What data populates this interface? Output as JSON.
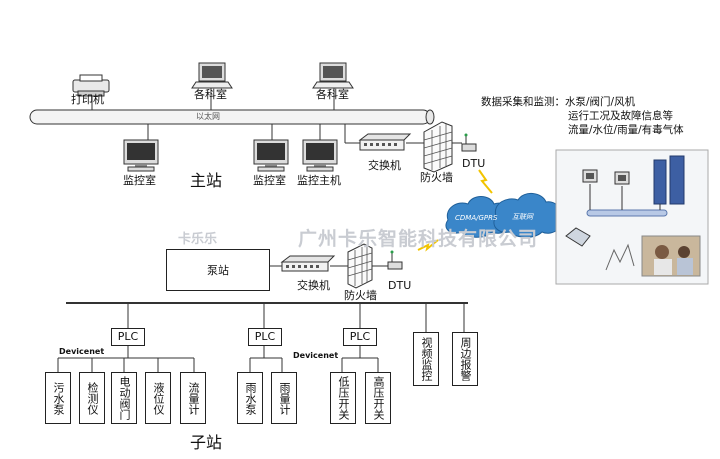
{
  "main_station": {
    "title": "主站",
    "bus_label": "以太网",
    "printer": "打印机",
    "dept_room_1": "各科室",
    "dept_room_2": "各科室",
    "monitor_room_1": "监控室",
    "monitor_room_2": "监控室",
    "monitor_host": "监控主机",
    "switch": "交换机",
    "firewall": "防火墙",
    "dtu": "DTU"
  },
  "info": {
    "line1": "数据采集和监测：水泵/阀门/风机",
    "line2": "运行工况及故障信息等",
    "line3": "流量/水位/雨量/有毒气体"
  },
  "clouds": {
    "left": "CDMA/GPRS",
    "right": "互联网"
  },
  "watermark": {
    "logo": "卡乐乐",
    "company": "广州卡乐智能科技有限公司"
  },
  "sub_station": {
    "title": "子站",
    "pump_station": "泵站",
    "switch": "交换机",
    "firewall": "防火墙",
    "dtu": "DTU",
    "plc_1": "PLC",
    "plc_2": "PLC",
    "plc_3": "PLC",
    "devicenet_1": "Devicenet",
    "devicenet_2": "Devicenet",
    "video": "视频监控",
    "perimeter": "周边报警",
    "devices": [
      "污水泵",
      "检测仪",
      "电动阀门",
      "液位仪",
      "流量计",
      "雨水泵",
      "雨量计",
      "低压开关",
      "高压开关"
    ]
  }
}
